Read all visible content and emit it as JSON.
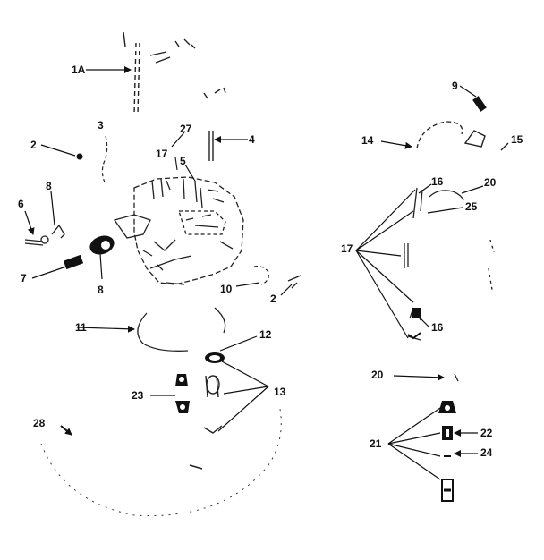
{
  "diagram": {
    "ink_color": "#111111",
    "background": "#ffffff",
    "callouts": [
      {
        "id": "1a",
        "text": "1A"
      },
      {
        "id": "2-left",
        "text": "2"
      },
      {
        "id": "2-right",
        "text": "2"
      },
      {
        "id": "3",
        "text": "3"
      },
      {
        "id": "4",
        "text": "4"
      },
      {
        "id": "5",
        "text": "5"
      },
      {
        "id": "6",
        "text": "6"
      },
      {
        "id": "7",
        "text": "7"
      },
      {
        "id": "8-upper",
        "text": "8"
      },
      {
        "id": "8-lower",
        "text": "8"
      },
      {
        "id": "9",
        "text": "9"
      },
      {
        "id": "10",
        "text": "10"
      },
      {
        "id": "11",
        "text": "11"
      },
      {
        "id": "12",
        "text": "12"
      },
      {
        "id": "13",
        "text": "13"
      },
      {
        "id": "14",
        "text": "14"
      },
      {
        "id": "15",
        "text": "15"
      },
      {
        "id": "16-upper",
        "text": "16"
      },
      {
        "id": "16-lower",
        "text": "16"
      },
      {
        "id": "17-left",
        "text": "17"
      },
      {
        "id": "17-right",
        "text": "17"
      },
      {
        "id": "20-upper",
        "text": "20"
      },
      {
        "id": "20-lower",
        "text": "20"
      },
      {
        "id": "21",
        "text": "21"
      },
      {
        "id": "22",
        "text": "22"
      },
      {
        "id": "23",
        "text": "23"
      },
      {
        "id": "24",
        "text": "24"
      },
      {
        "id": "25",
        "text": "25"
      },
      {
        "id": "27",
        "text": "27"
      },
      {
        "id": "28",
        "text": "28"
      }
    ]
  }
}
